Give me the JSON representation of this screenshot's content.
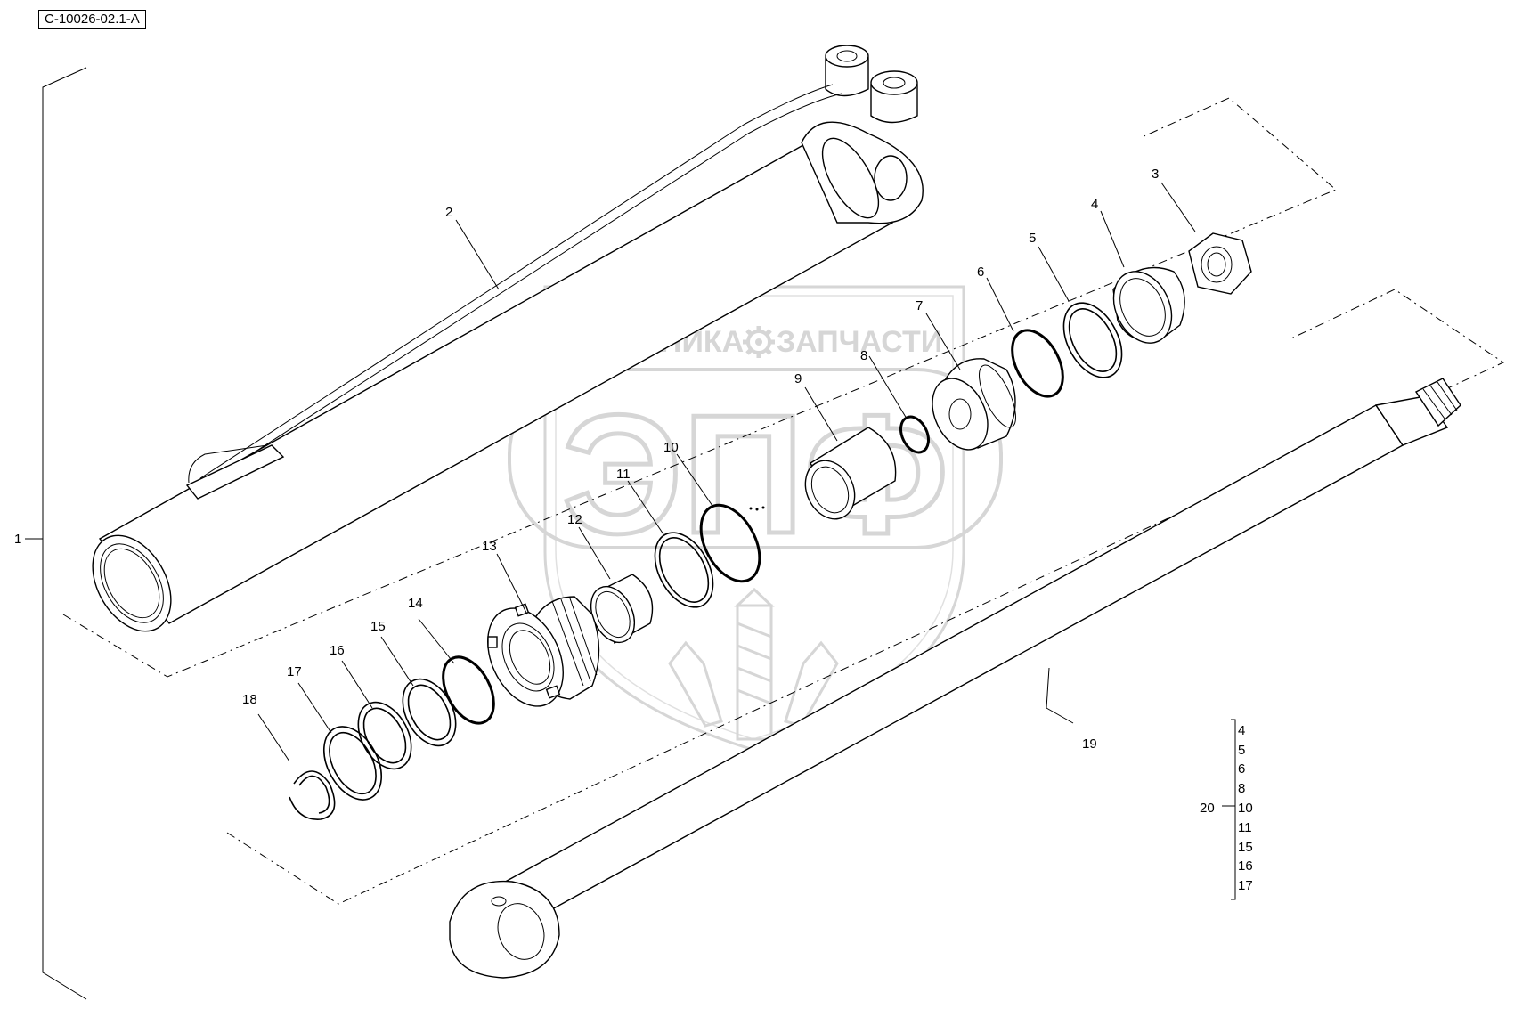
{
  "header": {
    "reference_code": "C-10026-02.1-A"
  },
  "watermark": {
    "top_line_left": "ТЕХНИКА",
    "top_line_right": "ЗАПЧАСТИ",
    "monogram": "ЭПФ",
    "gear_icon": "gear-icon",
    "color": "#b5b5b5"
  },
  "callouts": {
    "c1": "1",
    "c2": "2",
    "c3": "3",
    "c4": "4",
    "c5": "5",
    "c6": "6",
    "c7": "7",
    "c8": "8",
    "c9": "9",
    "c10": "10",
    "c11": "11",
    "c12": "12",
    "c13": "13",
    "c14": "14",
    "c15": "15",
    "c16": "16",
    "c17": "17",
    "c18": "18",
    "c19": "19",
    "c20": "20"
  },
  "kit_20_items": [
    "4",
    "5",
    "6",
    "8",
    "10",
    "11",
    "15",
    "16",
    "17"
  ]
}
